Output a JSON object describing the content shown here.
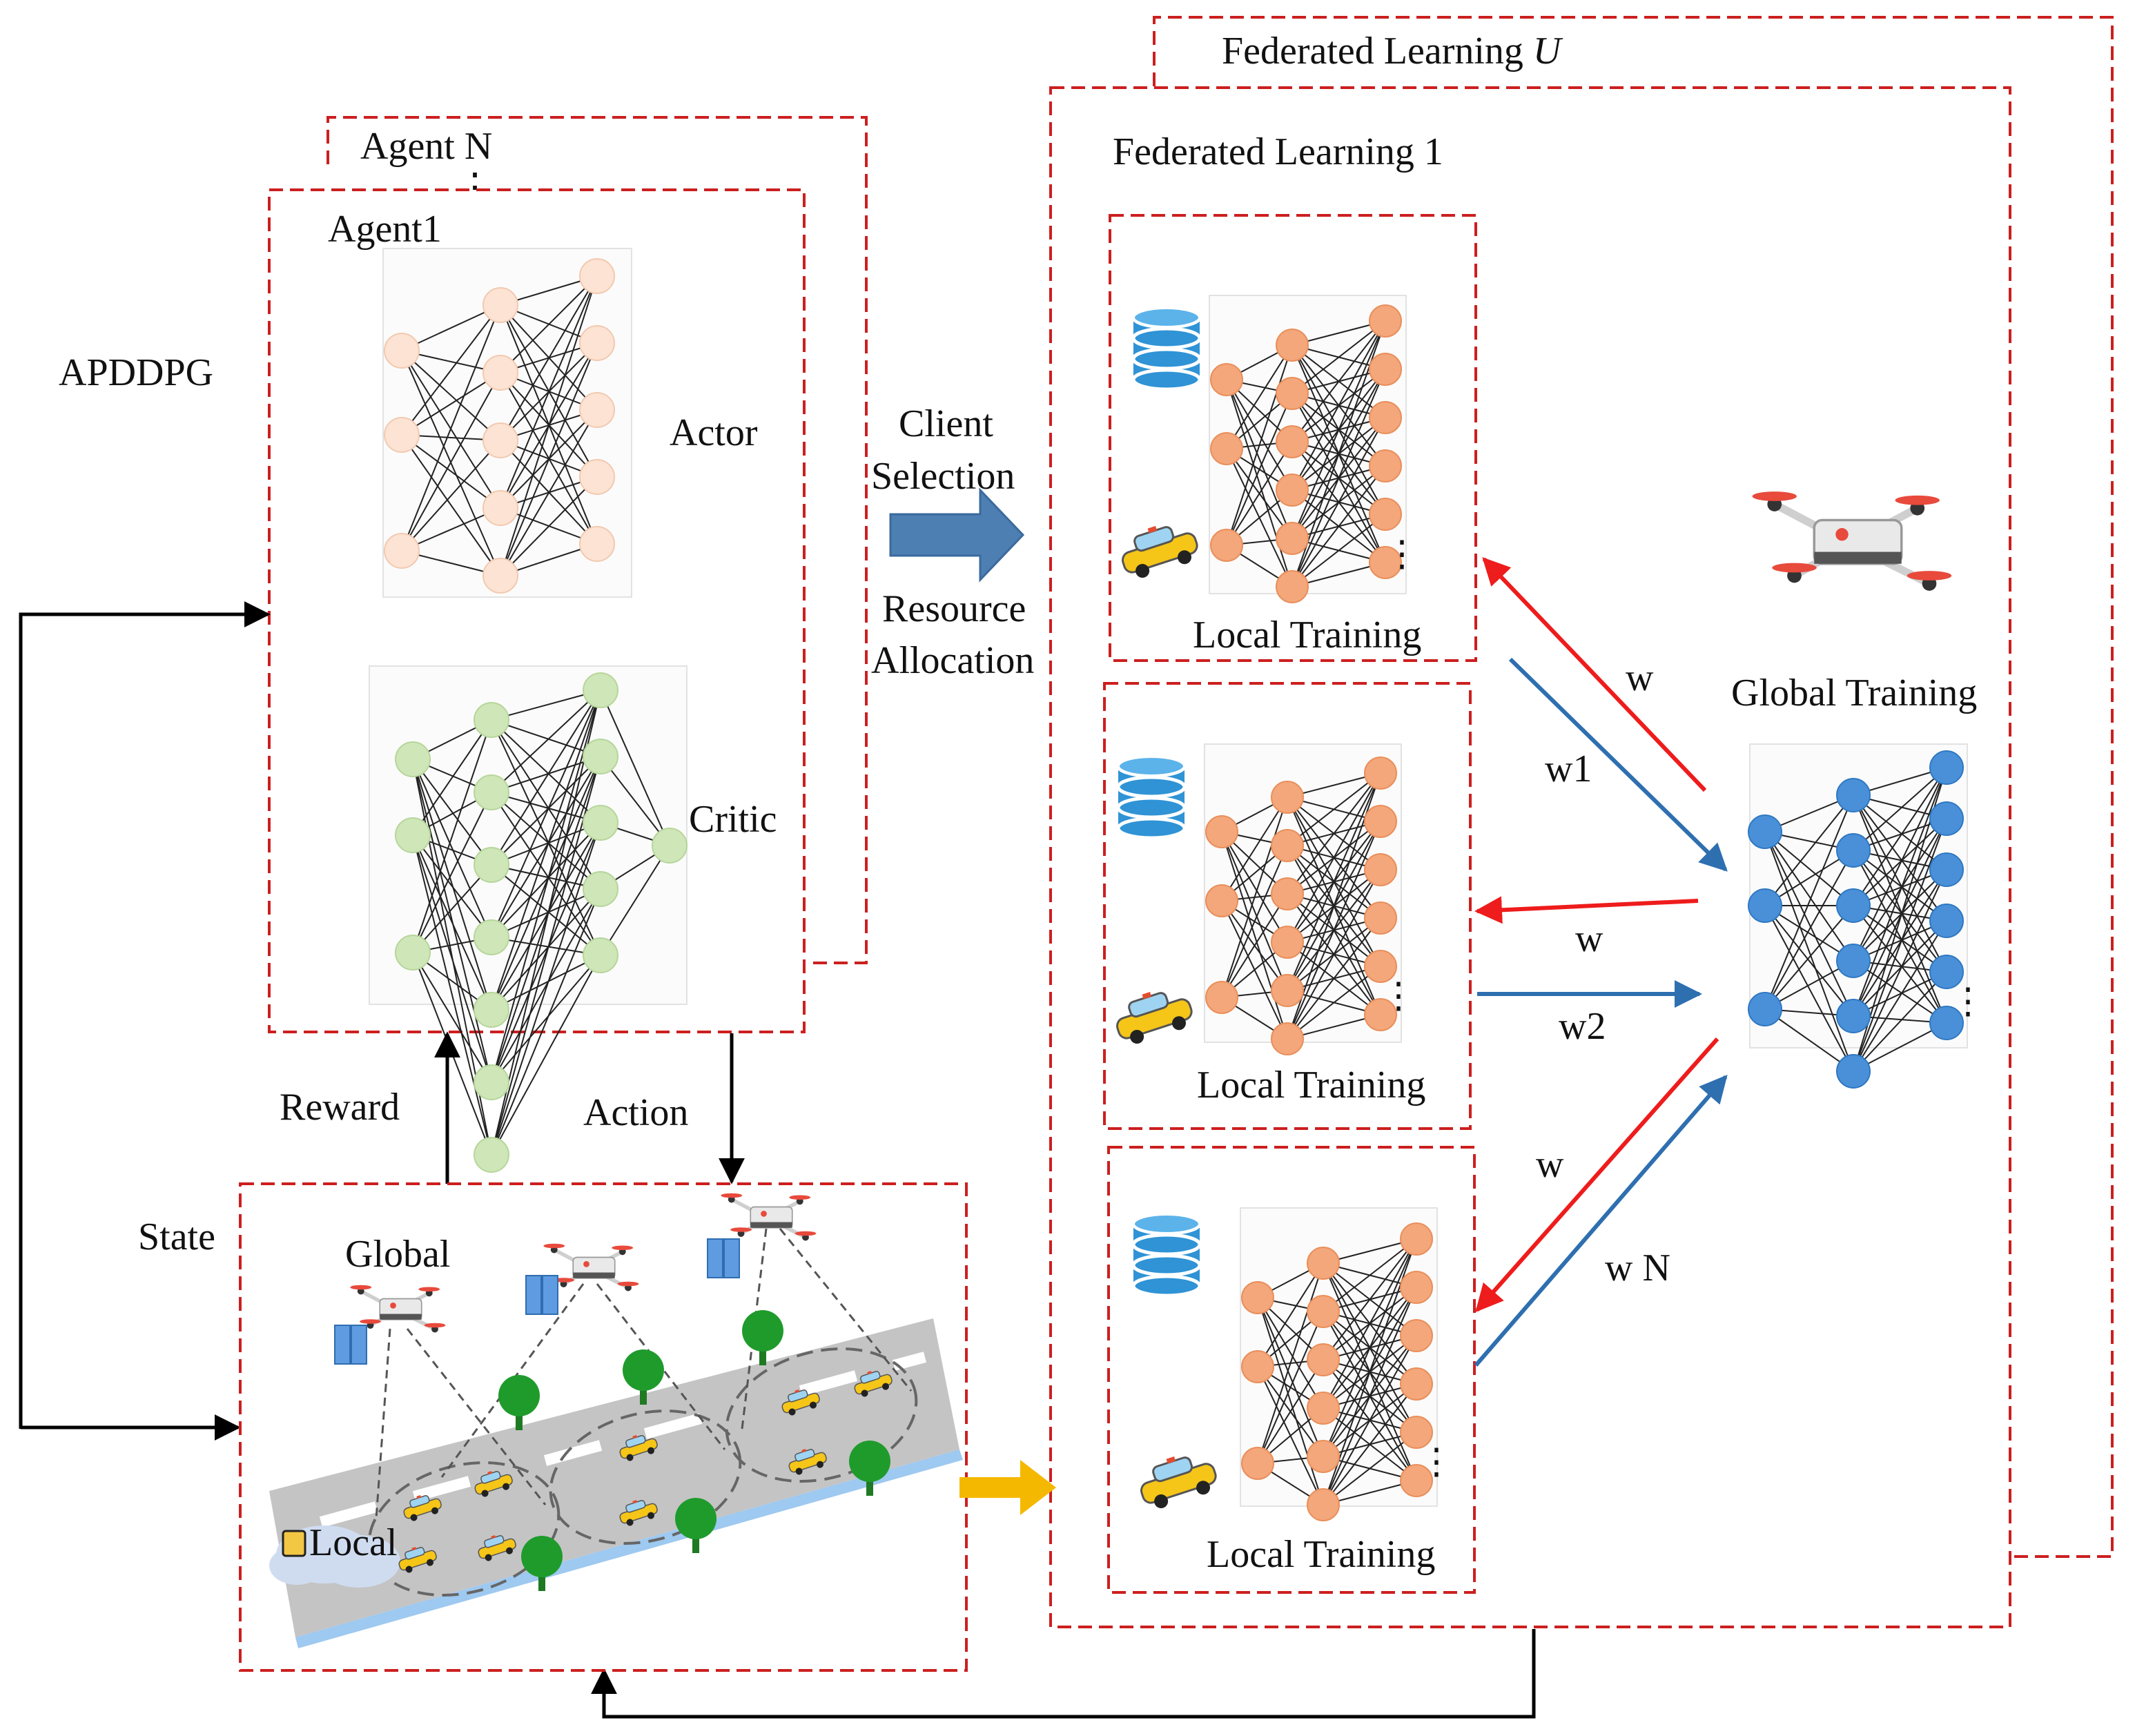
{
  "agent": {
    "stack_label": "Agent N",
    "front_label": "Agent1",
    "vdots": "⋮",
    "algorithm": "APDDPG",
    "actor_label": "Actor",
    "critic_label": "Critic"
  },
  "middle": {
    "client_selection_1": "Client",
    "client_selection_2": "Selection",
    "resource_allocation_1": "Resource",
    "resource_allocation_2": "Allocation"
  },
  "loop": {
    "reward": "Reward",
    "action": "Action",
    "state": "State"
  },
  "environment": {
    "global_label": "Global",
    "local_label": "Local"
  },
  "federated": {
    "outer_title_prefix": "Federated Learning ",
    "outer_title_var": "U",
    "inner_title": "Federated Learning 1",
    "local_training": "Local Training",
    "global_training": "Global Training",
    "dots": "⋮"
  },
  "arrows": {
    "down_labels": [
      "w",
      "w",
      "w"
    ],
    "up_labels": [
      "w1",
      "w2",
      "w N"
    ]
  },
  "colors": {
    "dashed_border": "#cc1f1f",
    "actor_node": "#fde3d3",
    "critic_node": "#cfe6b8",
    "local_node": "#f4a77a",
    "global_node": "#4a90d9",
    "red_arrow": "#ee1c1c",
    "blue_arrow": "#2e6fb0",
    "block_arrow": "#4d7fb3",
    "yellow_arrow": "#f5b800",
    "road": "#c4c4c4",
    "tree": "#1f9b2c",
    "database": "#2f93d6",
    "car": "#f5c518"
  }
}
